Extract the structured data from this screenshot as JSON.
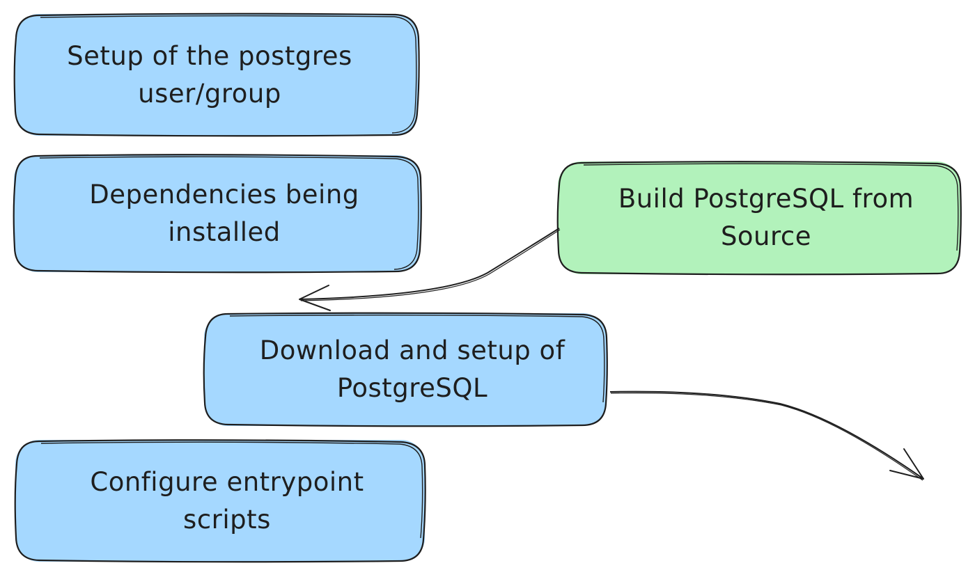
{
  "colors": {
    "blue_fill": "#a5d8ff",
    "green_fill": "#b2f2bb",
    "stroke": "#1e1e1e"
  },
  "nodes": [
    {
      "id": "n1",
      "line1": "Setup of the postgres",
      "line2": "user/group",
      "fill": "blue"
    },
    {
      "id": "n2",
      "line1": "Dependencies being",
      "line2": "installed",
      "fill": "blue"
    },
    {
      "id": "n3",
      "line1": "Build PostgreSQL from",
      "line2": "Source",
      "fill": "green"
    },
    {
      "id": "n4",
      "line1": "Download and setup of",
      "line2": "PostgreSQL",
      "fill": "blue"
    },
    {
      "id": "n5",
      "line1": "Configure entrypoint",
      "line2": "scripts",
      "fill": "blue"
    }
  ],
  "edges": [
    {
      "from": "Build PostgreSQL from Source",
      "to": "Download and setup of PostgreSQL"
    },
    {
      "from": "Download and setup of PostgreSQL",
      "to": "(unlabeled)"
    }
  ]
}
